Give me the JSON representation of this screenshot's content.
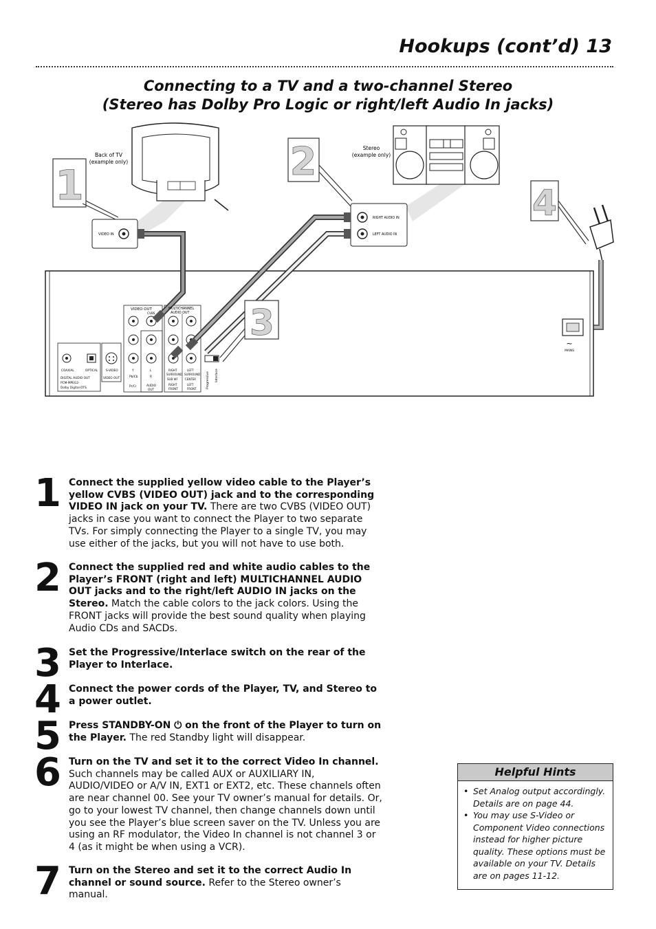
{
  "header": {
    "title": "Hookups (cont’d)  13"
  },
  "section": {
    "title_line1": "Connecting to a TV and a two-channel Stereo",
    "title_line2": "(Stereo has Dolby Pro Logic or right/left Audio In jacks)"
  },
  "diagram": {
    "callouts": [
      "1",
      "2",
      "3",
      "4"
    ],
    "tv_label_line1": "Back of TV",
    "tv_label_line2": "(example only)",
    "stereo_label_line1": "Stereo",
    "stereo_label_line2": "(example only)",
    "tv_jack_label": "VIDEO IN",
    "stereo_jack_right": "RIGHT AUDIO IN",
    "stereo_jack_left": "LEFT AUDIO IN",
    "panel": {
      "coaxial": "COAXIAL",
      "optical": "OPTICAL",
      "svideo": "S-VIDEO",
      "digital_line1": "DIGITAL AUDIO OUT",
      "digital_line2": "PCM-MPEG2-",
      "digital_line3": "Dolby Digital-DTS",
      "video_out_small": "VIDEO OUT",
      "video_out": "VIDEO OUT",
      "cvbs": "CVBS",
      "multichannel_line1": "MULTICHANNEL",
      "multichannel_line2": "AUDIO OUT",
      "y": "Y",
      "pb": "Pb/Cb",
      "pr": "Pr/Cr",
      "l": "L",
      "r": "R",
      "audio_out_line1": "AUDIO",
      "audio_out_line2": "OUT",
      "right_surround_line1": "RIGHT",
      "right_surround_line2": "SURROUND",
      "left_surround_line1": "LEFT",
      "left_surround_line2": "SURROUND",
      "sub_wf": "SUB WF",
      "center": "CENTER",
      "right_front_line1": "RIGHT",
      "right_front_line2": "FRONT",
      "left_front_line1": "LEFT",
      "left_front_line2": "FRONT",
      "progressive": "Progressive",
      "interlace": "Interlace",
      "mains": "MAINS",
      "mains_symbol": "~"
    }
  },
  "steps": [
    {
      "num": "1",
      "bold": "Connect the supplied yellow video cable to the Player’s yel­low CVBS (VIDEO OUT) jack and to the corresponding VIDEO IN jack on your TV.",
      "text": " There are two CVBS (VIDEO OUT) jacks in case you want to connect the Player to two separate TVs. For simply connecting the Player to a single TV, you may use either of the jacks, but you will not have to use both."
    },
    {
      "num": "2",
      "bold": "Connect the supplied red and white audio cables to the Player’s FRONT (right and left) MULTICHANNEL AUDIO OUT jacks and to the right/left AUDIO IN jacks on the Stereo.",
      "text": " Match the cable colors to the jack colors. Using the FRONT jacks will provide the best sound quality when playing Audio CDs and SACDs."
    },
    {
      "num": "3",
      "bold": "Set the Progressive/Interlace switch on the rear of the Player to Interlace.",
      "text": ""
    },
    {
      "num": "4",
      "bold": "Connect the power cords of the Player, TV, and Stereo to a power outlet.",
      "text": ""
    },
    {
      "num": "5",
      "bold": "Press STANDBY-ON ⏻ on the front of the Player to turn on the Player.",
      "text": " The red Standby light will disappear."
    },
    {
      "num": "6",
      "bold": "Turn on the TV and set it to the correct Video In channel.",
      "text": " Such channels may be called AUX or AUXILIARY IN, AUDIO/VIDEO or A/V IN, EXT1 or EXT2, etc. These channels often are near channel 00. See your TV owner’s manual for details. Or, go to your lowest TV channel, then change channels down until you see the Player’s blue screen saver on the TV. Unless you are using an RF modulator, the Video In channel is not channel 3 or 4 (as it might be when using a VCR)."
    },
    {
      "num": "7",
      "bold": "Turn on the Stereo and set it to the correct Audio In chan­nel or sound source.",
      "text": " Refer to the Stereo owner’s manual."
    }
  ],
  "hints": {
    "title": "Helpful Hints",
    "items": [
      "Set Analog output accordingly. Details are on page 44.",
      "You may use S-Video or Component Video connections instead for higher picture quali­ty. These options must be avail­able on your TV. Details are on pages 11-12."
    ]
  }
}
